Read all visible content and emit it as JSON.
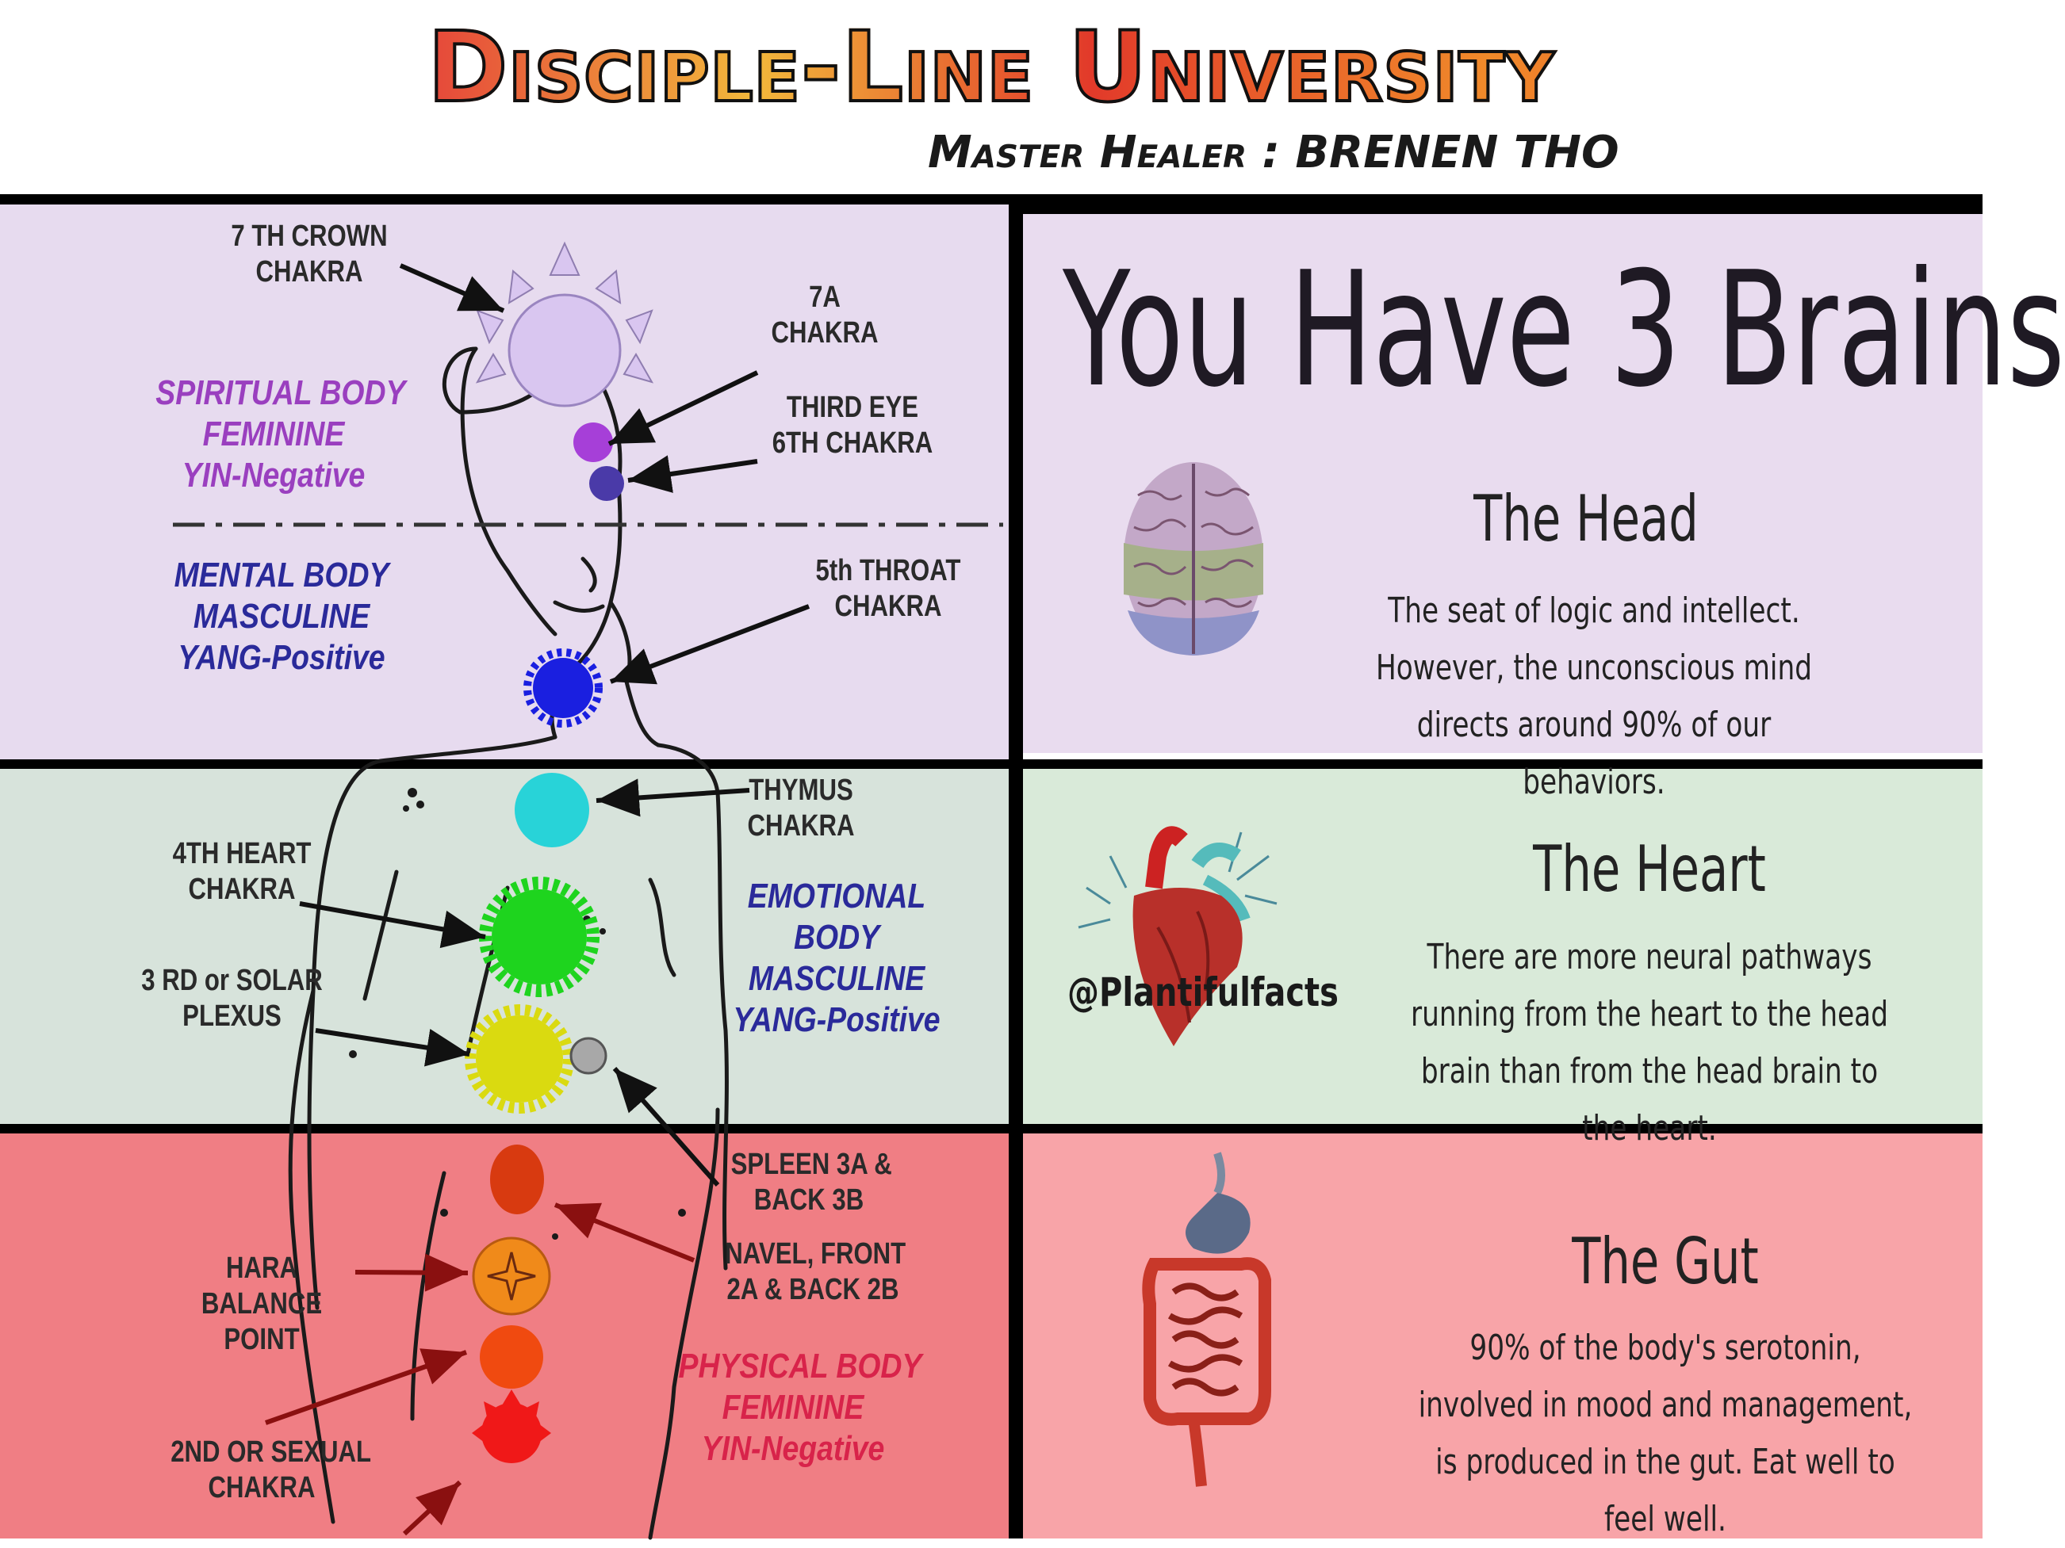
{
  "header": {
    "title": "Disciple-Line University",
    "subtitle": "Master Healer : BRENEN THO"
  },
  "chakra_diagram": {
    "labels": {
      "crown_line1": "7 TH CROWN",
      "crown_line2": "CHAKRA",
      "seven_a_line1": "7A",
      "seven_a_line2": "CHAKRA",
      "third_eye_line1": "THIRD EYE",
      "third_eye_line2": "6TH CHAKRA",
      "throat_line1": "5th THROAT",
      "throat_line2": "CHAKRA",
      "thymus_line1": "THYMUS",
      "thymus_line2": "CHAKRA",
      "heart_line1": "4TH HEART",
      "heart_line2": "CHAKRA",
      "solar_line1": "3 RD or SOLAR",
      "solar_line2": "PLEXUS",
      "spleen_line1": "SPLEEN 3A &",
      "spleen_line2": "BACK 3B",
      "navel_line1": "NAVEL, FRONT",
      "navel_line2": "2A & BACK 2B",
      "hara_line1": "HARA",
      "hara_line2": "BALANCE",
      "hara_line3": "POINT",
      "sexual_line1": "2ND OR SEXUAL",
      "sexual_line2": "CHAKRA"
    },
    "bodies": {
      "spiritual": [
        "SPIRITUAL BODY",
        "FEMININE",
        "YIN-Negative"
      ],
      "mental": [
        "MENTAL BODY",
        "MASCULINE",
        "YANG-Positive"
      ],
      "emotional": [
        "EMOTIONAL",
        "BODY",
        "MASCULINE",
        "YANG-Positive"
      ],
      "physical": [
        "PHYSICAL BODY",
        "FEMININE",
        "YIN-Negative"
      ]
    },
    "colors": {
      "crown": "#d9c6f0",
      "seven_a": "#a63fd8",
      "third_eye": "#4a3aa8",
      "throat": "#1a1fe0",
      "thymus": "#28d3d8",
      "heart": "#1ed41e",
      "solar": "#dada10",
      "spleen": "#a8a8a8",
      "navel": "#d83a10",
      "hara": "#f08a1a",
      "sexual": "#f04a10",
      "root": "#f01818",
      "spiritual_text": "#9a3fbf",
      "mental_text": "#2a2a9a",
      "emotional_text": "#2a2a9a",
      "physical_text": "#d8234a"
    }
  },
  "brains": {
    "headline": "You Have 3 Brains",
    "head": {
      "title": "The Head",
      "text": "The seat of logic and intellect. However, the unconscious mind directs around 90% of our behaviors.",
      "icon": "brain-icon"
    },
    "heart": {
      "title": "The Heart",
      "text": "There are more neural pathways running from the heart to the head brain than from the head brain to the heart.",
      "icon": "heart-organ-icon",
      "watermark": "@Plantifulfacts"
    },
    "gut": {
      "title": "The Gut",
      "text": "90% of the body's serotonin, involved in mood and management, is produced in the gut. Eat well to feel well.",
      "icon": "gut-icon"
    }
  }
}
